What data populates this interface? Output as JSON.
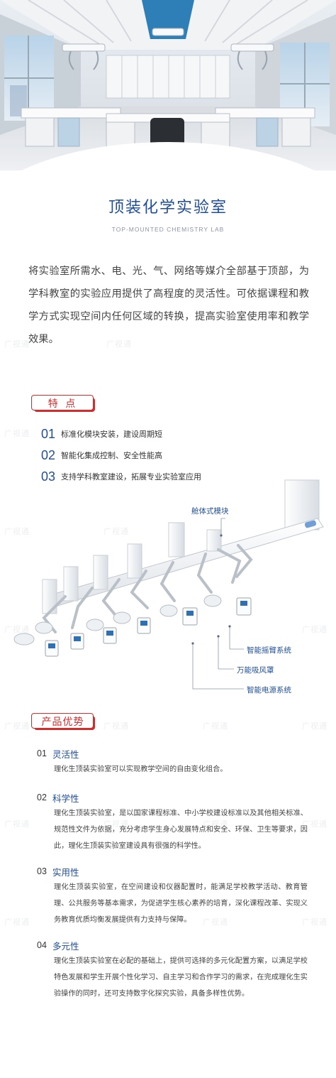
{
  "page": {
    "title": "顶装化学实验室",
    "subtitle": "TOP-MOUNTED CHEMISTRY LAB"
  },
  "intro": "将实验室所需水、电、光、气、网络等媒介全部基于顶部，为学科教室的实验应用提供了高程度的灵活性。可依据课程和教学方式实现空间内任何区域的转换，提高实验室使用率和教学效果。",
  "features": {
    "tag": "特 点",
    "items": [
      {
        "num": "01",
        "text": "标准化模块安装，建设周期短"
      },
      {
        "num": "02",
        "text": "智能化集成控制、安全性能高"
      },
      {
        "num": "03",
        "text": "支持学科教室建设，拓展专业实验室应用"
      }
    ]
  },
  "diagram": {
    "labels": {
      "module": "舱体式模块",
      "arm": "智能摇臂系统",
      "hood": "万能吸风罩",
      "power": "智能电源系统"
    }
  },
  "advantages": {
    "tag": "产品优势",
    "items": [
      {
        "num": "01",
        "title": "灵活性",
        "body": "理化生顶装实验室可以实现教学空间的自由变化组合。"
      },
      {
        "num": "02",
        "title": "科学性",
        "body": "理化生顶装实验室，是以国家课程标准、中小学校建设标准以及其他相关标准、规范性文件为依据，充分考虑学生身心发展特点和安全、环保、卫生等要求，因此，理化生顶装实验室建设具有很强的科学性。"
      },
      {
        "num": "03",
        "title": "实用性",
        "body": "理化生顶装实验室，在空间建设和仪器配置时，能满足学校教学活动、教育管理、公共服务等基本需求，为促进学生核心素养的培育，深化课程改革、实现义务教育优质均衡发展提供有力支持与保障。"
      },
      {
        "num": "04",
        "title": "多元性",
        "body": "理化生顶装实验室在必配的基础上，提供可选择的多元化配置方案，以满足学校特色发展和学生开展个性化学习、自主学习和合作学习的需求，在完成理化生实验操作的同时，还可支持数字化探究实验，具备多样性优势。"
      }
    ]
  },
  "watermark": "广视通",
  "colors": {
    "brand_blue": "#1f4e99",
    "accent_red": "#d42b2b"
  }
}
